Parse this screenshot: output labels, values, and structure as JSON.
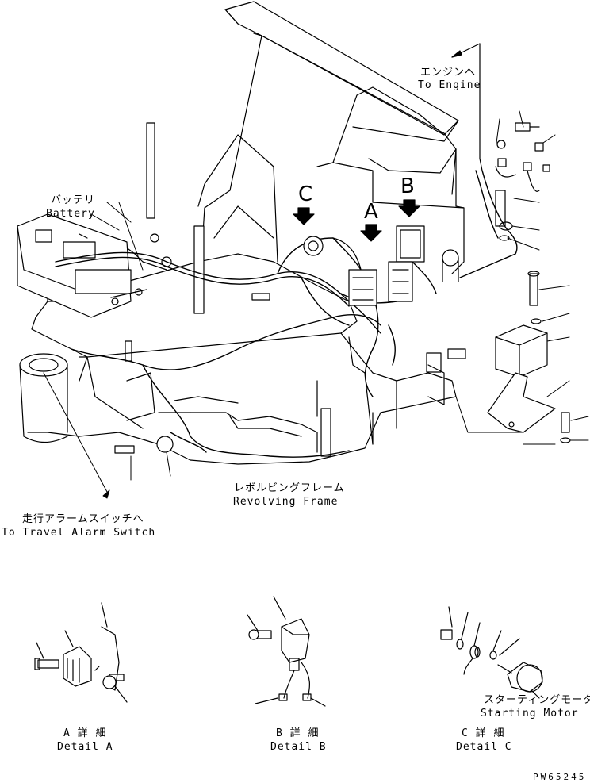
{
  "labels": {
    "engine_jp": "エンジンへ",
    "engine_en": "To Engine",
    "battery_jp": "バッテリ",
    "battery_en": "Battery",
    "frame_jp": "レボルビングフレーム",
    "frame_en": "Revolving Frame",
    "alarm_jp": "走行アラームスイッチへ",
    "alarm_en": "To Travel Alarm Switch",
    "motor_jp": "スターティングモータ",
    "motor_en": "Starting Motor"
  },
  "detail_markers": {
    "a": "A",
    "b": "B",
    "c": "C"
  },
  "details": {
    "a_jp": "A 詳 細",
    "a_en": "Detail A",
    "b_jp": "B 詳 細",
    "b_en": "Detail B",
    "c_jp": "C 詳 細",
    "c_en": "Detail C"
  },
  "drawing_code": "PW65245"
}
